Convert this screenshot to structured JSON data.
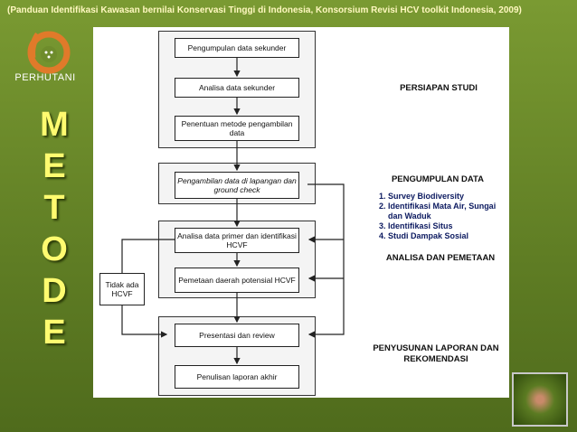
{
  "header": "(Panduan Identifikasi Kawasan bernilai Konservasi Tinggi di Indonesia, Konsorsium Revisi HCV toolkit Indonesia, 2009)",
  "logo": {
    "name": "PERHUTANI"
  },
  "metode_letters": [
    "M",
    "E",
    "T",
    "O",
    "D",
    "E"
  ],
  "boxes": {
    "b1": "Pengumpulan data sekunder",
    "b2": "Analisa data sekunder",
    "b3": "Penentuan metode pengambilan data",
    "b4": "Pengambilan data di lapangan dan ground check",
    "b5": "Analisa data primer dan identifikasi HCVF",
    "b6": "Pemetaan daerah potensial HCVF",
    "b7": "Presentasi dan review",
    "b8": "Penulisan laporan akhir",
    "tidak": "Tidak ada HCVF"
  },
  "stages": {
    "s1": "PERSIAPAN STUDI",
    "s2": "PENGUMPULAN DATA",
    "s3": "ANALISA DAN PEMETAAN",
    "s4": "PENYUSUNAN LAPORAN DAN REKOMENDASI"
  },
  "overlay_list": [
    "Survey Biodiversity",
    "Identifikasi  Mata Air, Sungai dan Waduk",
    "Identifikasi Situs",
    "Studi Dampak Sosial"
  ]
}
